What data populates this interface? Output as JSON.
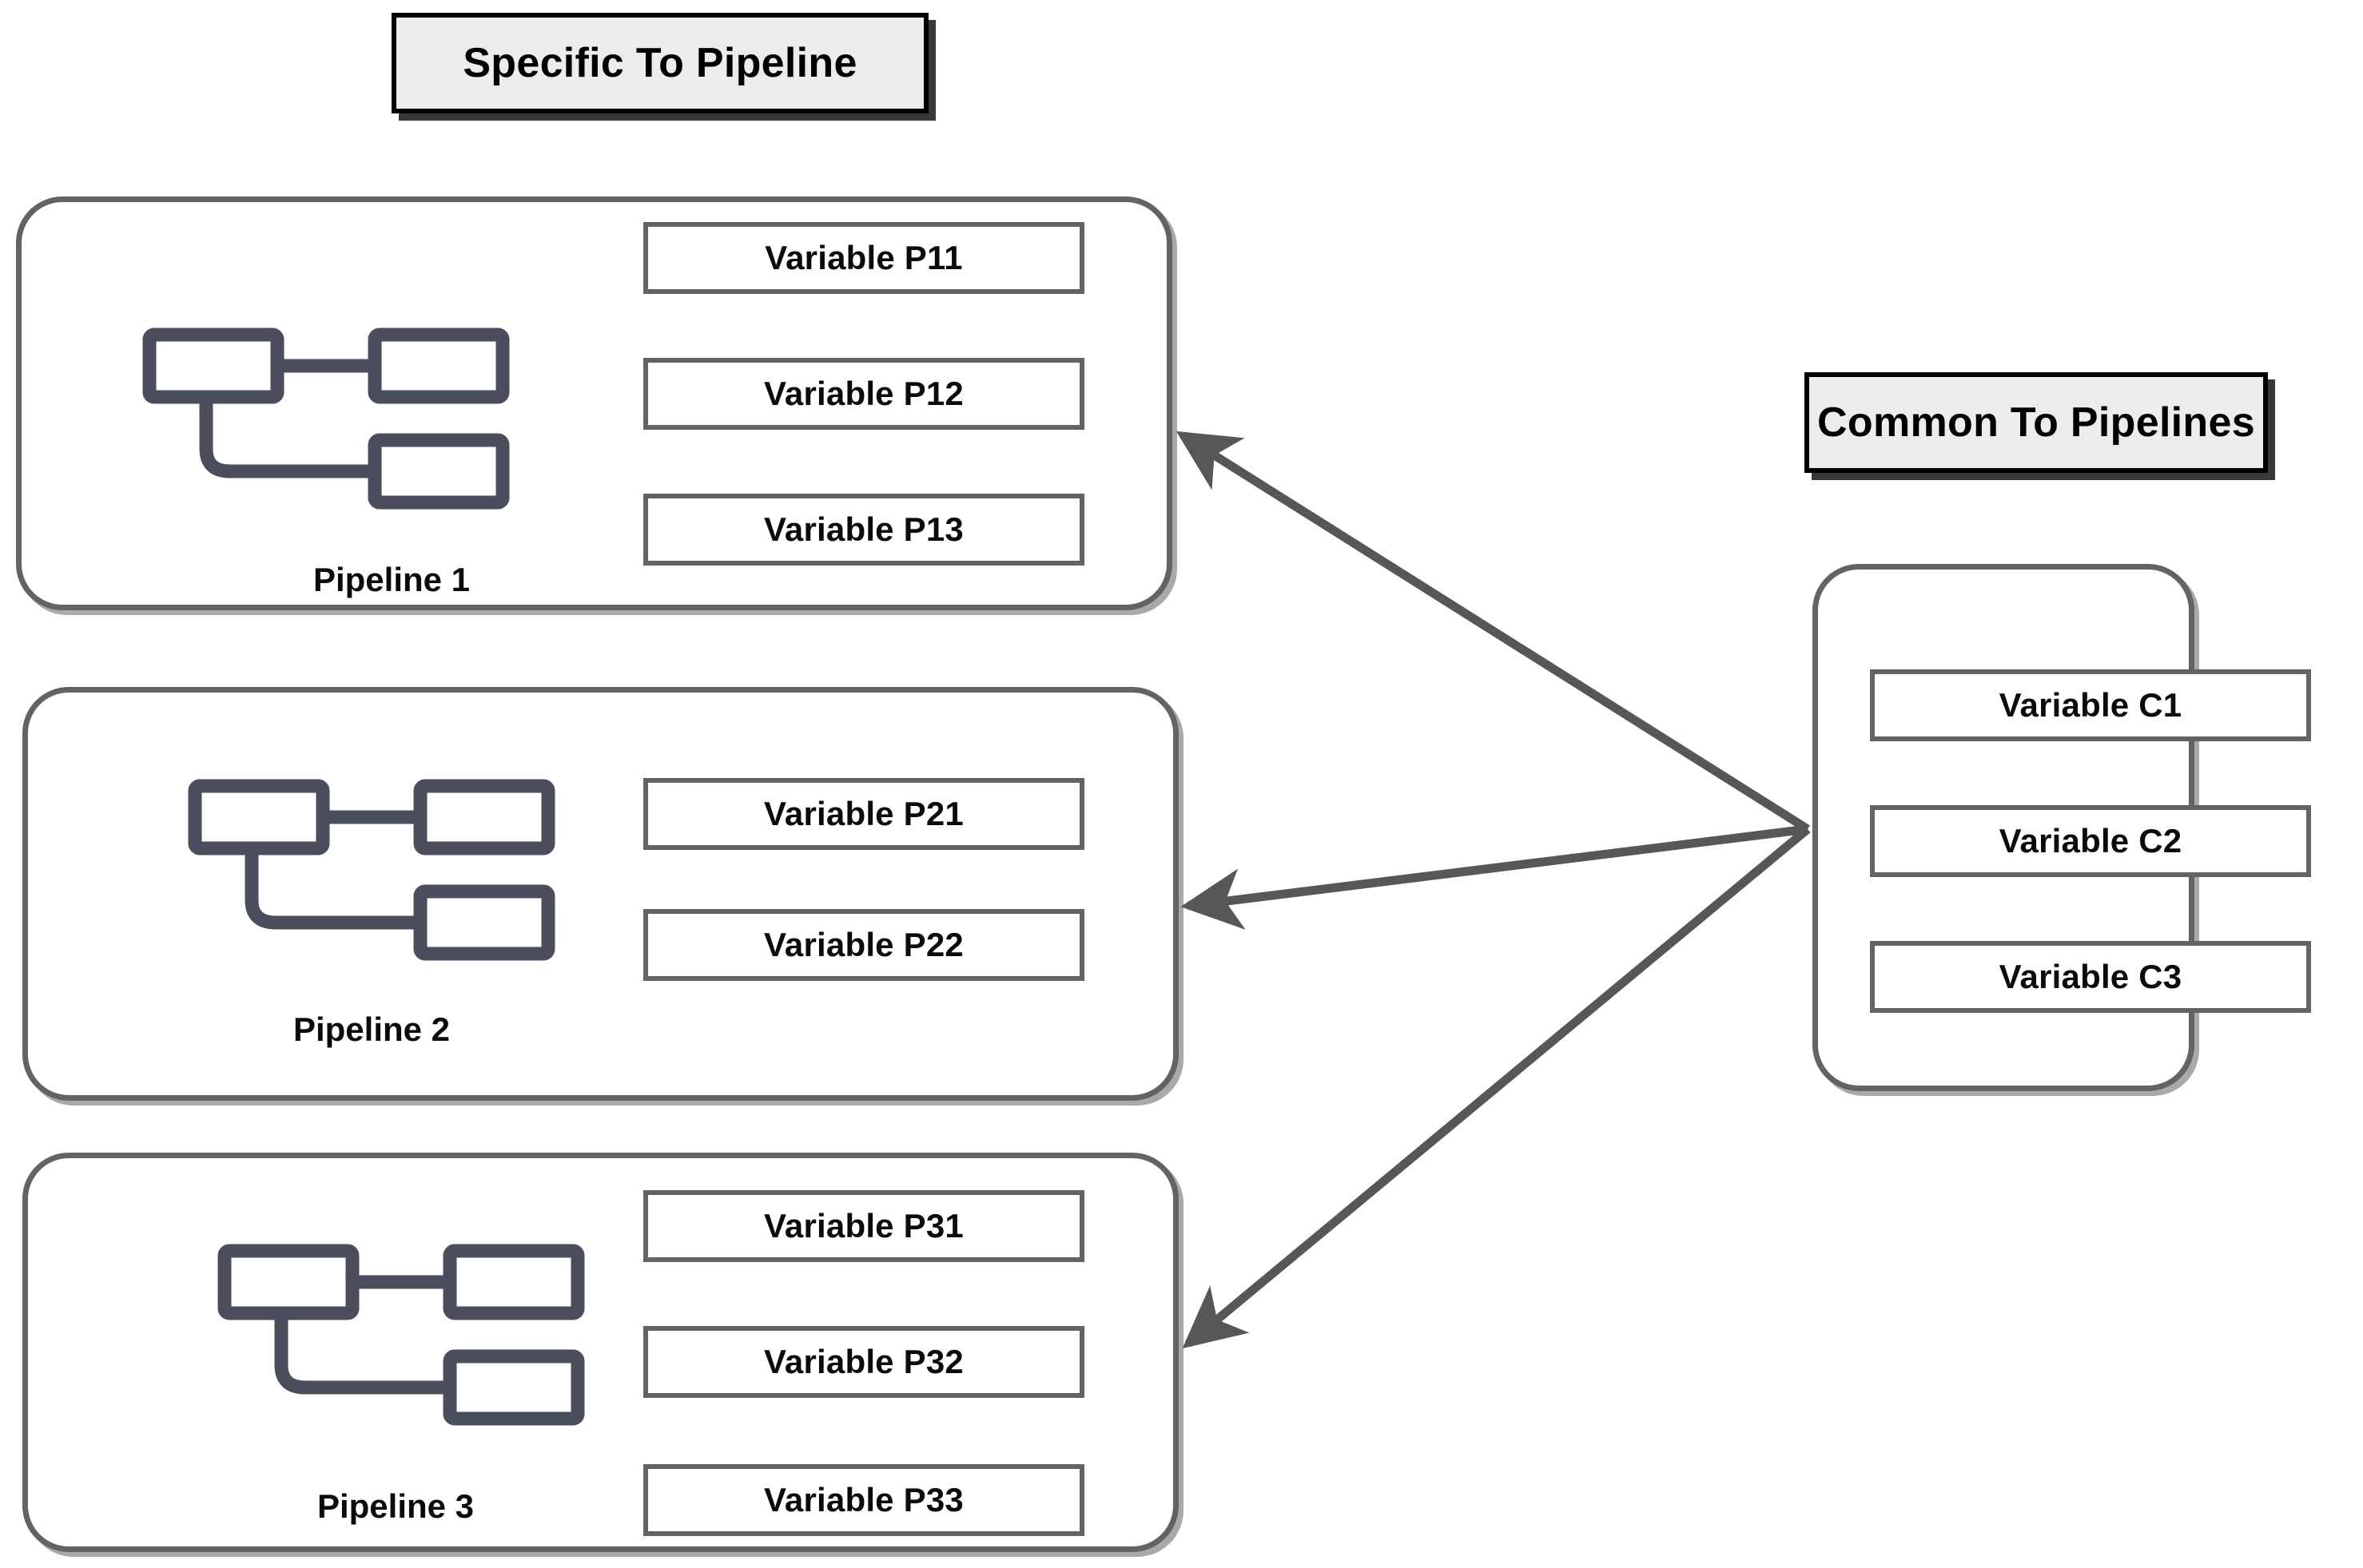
{
  "captions": {
    "specific": "Specific To Pipeline",
    "common": "Common To Pipelines"
  },
  "pipelines": [
    {
      "name": "Pipeline 1",
      "icon": "pipeline-flow-icon",
      "variables": [
        "Variable P11",
        "Variable P12",
        "Variable P13"
      ]
    },
    {
      "name": "Pipeline 2",
      "icon": "pipeline-flow-icon",
      "variables": [
        "Variable P21",
        "Variable P22"
      ]
    },
    {
      "name": "Pipeline 3",
      "icon": "pipeline-flow-icon",
      "variables": [
        "Variable P31",
        "Variable P32",
        "Variable P33"
      ]
    }
  ],
  "common": {
    "variables": [
      "Variable C1",
      "Variable C2",
      "Variable C3"
    ]
  },
  "arrows": {
    "count": 3,
    "direction": "common-to-pipelines",
    "glyph": "arrowhead-icon"
  },
  "colors": {
    "background": "#ffffff",
    "caption_fill": "#ececec",
    "caption_border": "#000000",
    "container_border": "#636363",
    "variable_border": "#636363",
    "icon_stroke": "#4a4d5c",
    "arrow": "#575757",
    "text": "#0b0b0b"
  }
}
